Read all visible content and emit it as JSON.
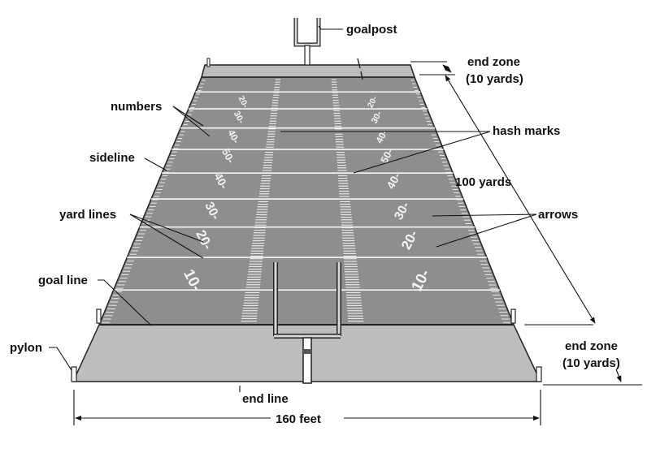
{
  "labels": {
    "goalpost": "goalpost",
    "end_zone_top": "end zone",
    "end_zone_top_sub": "(10 yards)",
    "numbers": "numbers",
    "hash_marks": "hash marks",
    "sideline": "sideline",
    "hundred_yards": "100 yards",
    "yard_lines": "yard lines",
    "arrows": "arrows",
    "goal_line": "goal line",
    "end_zone_bottom": "end zone",
    "end_zone_bottom_sub": "(10 yards)",
    "pylon": "pylon",
    "end_line": "end line",
    "width": "160 feet"
  },
  "yard_numbers": {
    "left": [
      "10",
      "20",
      "30",
      "40",
      "50",
      "40",
      "30",
      "20"
    ],
    "right": [
      "10",
      "20",
      "30",
      "40",
      "50",
      "40",
      "30",
      "20"
    ]
  },
  "colors": {
    "field": "#8e8e8e",
    "end_zone": "#bdbdbd",
    "lines": "#f5f5f5",
    "outline": "#222222"
  }
}
